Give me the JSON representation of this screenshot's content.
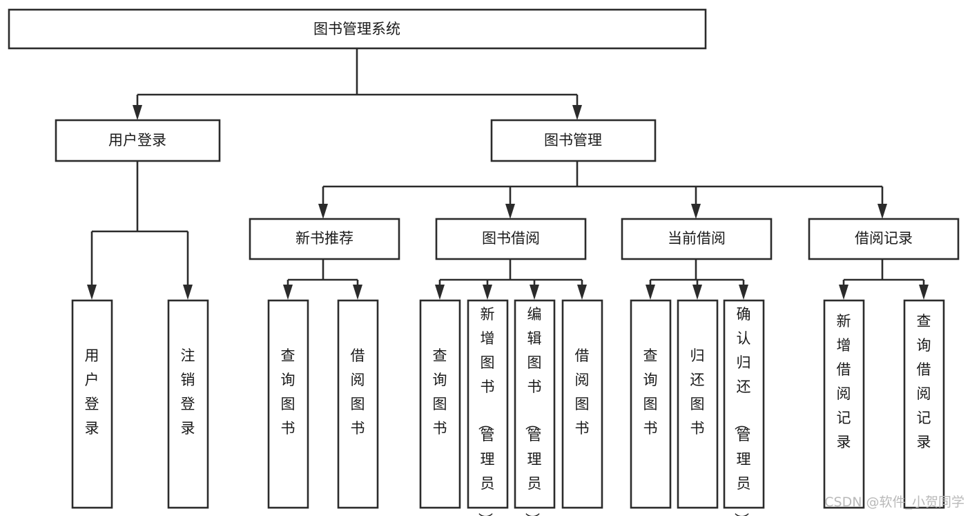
{
  "diagram": {
    "title": "图书管理系统",
    "type": "tree-hierarchy",
    "watermark": "CSDN @软件_小贺同学",
    "colors": {
      "box_stroke": "#2b2b2b",
      "box_fill": "#ffffff",
      "text": "#1a1a1a",
      "connector": "#2b2b2b",
      "watermark": "#b9b9b9",
      "background": "#ffffff"
    },
    "root": {
      "label": "图书管理系统"
    },
    "level2": [
      {
        "label": "用户登录"
      },
      {
        "label": "图书管理"
      }
    ],
    "level3": [
      {
        "label": "新书推荐"
      },
      {
        "label": "图书借阅"
      },
      {
        "label": "当前借阅"
      },
      {
        "label": "借阅记录"
      }
    ],
    "leaves": {
      "user_login": [
        {
          "label": "用户登录"
        },
        {
          "label": "注销登录"
        }
      ],
      "new_book_recommend": [
        {
          "label": "查询图书"
        },
        {
          "label": "借阅图书"
        }
      ],
      "book_borrow": [
        {
          "label": "查询图书"
        },
        {
          "label": "新增图书（管理员）"
        },
        {
          "label": "编辑图书（管理员）"
        },
        {
          "label": "借阅图书"
        }
      ],
      "current_borrow": [
        {
          "label": "查询图书"
        },
        {
          "label": "归还图书"
        },
        {
          "label": "确认归还（管理员）"
        }
      ],
      "borrow_record": [
        {
          "label": "新增借阅记录"
        },
        {
          "label": "查询借阅记录"
        }
      ]
    }
  }
}
